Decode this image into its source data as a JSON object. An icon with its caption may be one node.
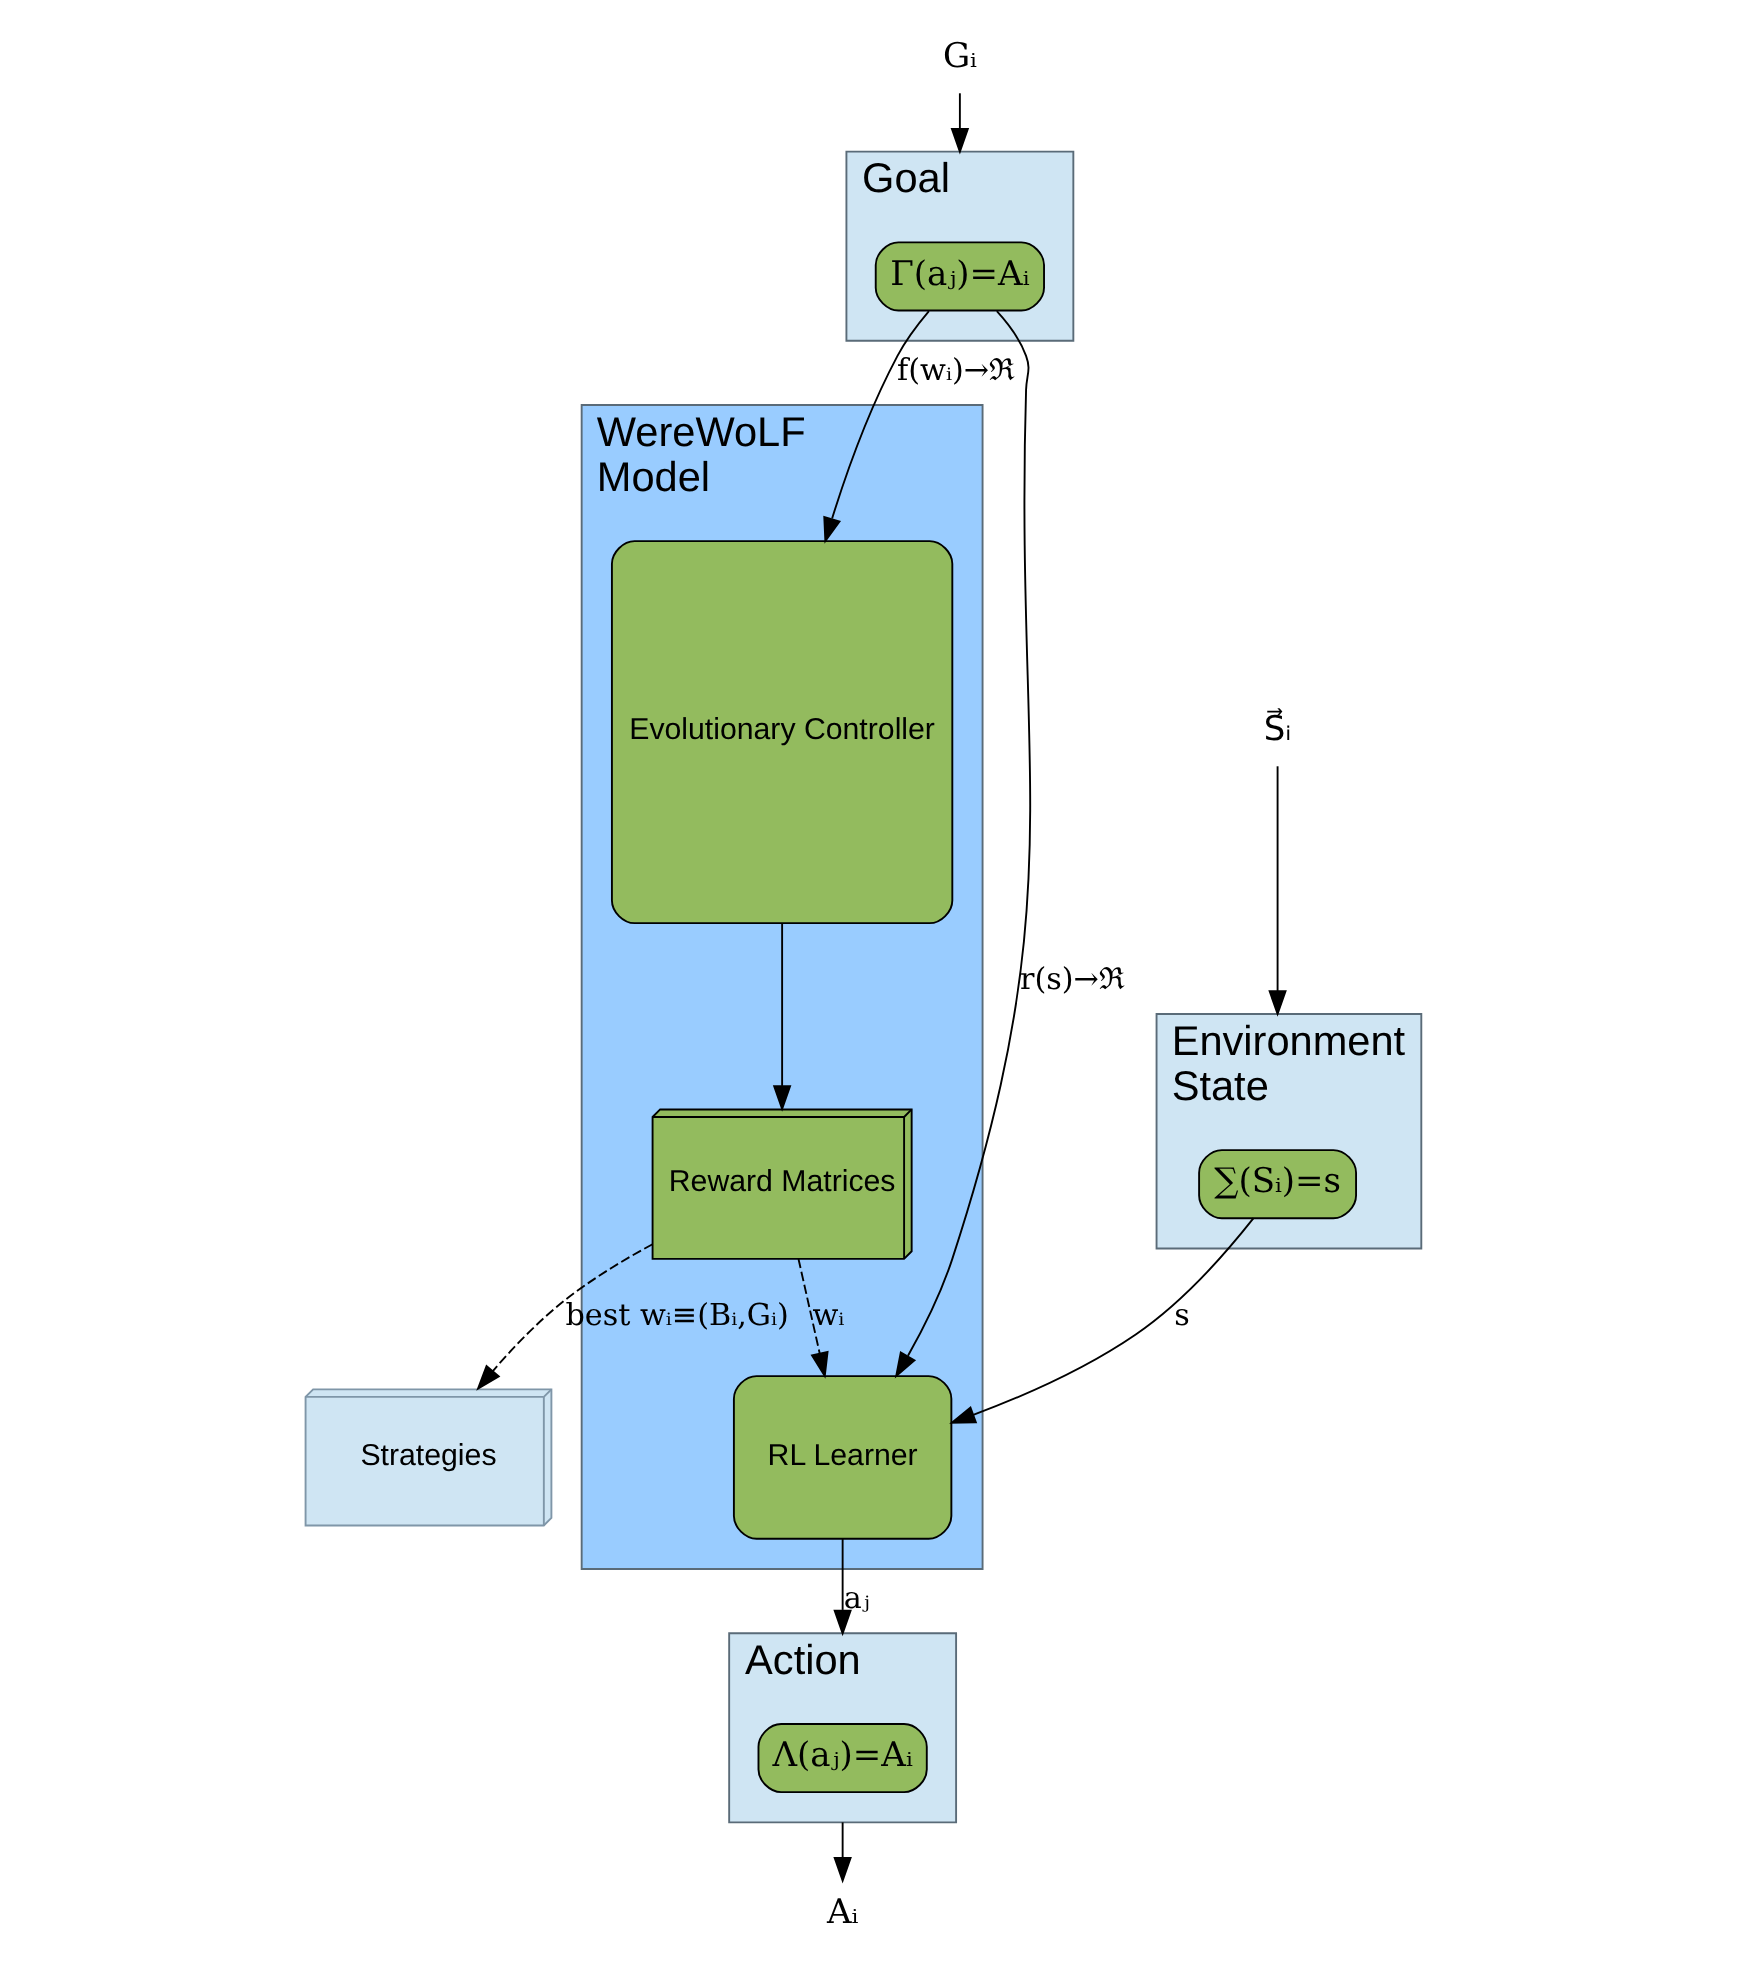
{
  "diagram": {
    "nodes": [
      {
        "text": [
          "Environment State"
        ]
      },
      {
        "text": [
          "∑(Sᵢ)=s"
        ],
        "in": 0
      },
      {
        "text": [
          "Goal"
        ]
      },
      {
        "text": [
          "Γ(aⱼ)=Aᵢ"
        ],
        "in": 2
      },
      {
        "text": [
          "WereWoLF Model"
        ]
      },
      {
        "text": [
          "RL Learner"
        ],
        "in": 4
      },
      {
        "text": [
          "Evolutionary Controller"
        ],
        "in": 4
      },
      {
        "text": [
          "Reward Matrices"
        ],
        "in": 4
      },
      {
        "text": [
          "Action"
        ]
      },
      {
        "text": [
          "Λ(aⱼ)=Aᵢ"
        ],
        "in": 8
      },
      {
        "text": [
          "Strategies"
        ]
      },
      {
        "text": [
          "S⃗ᵢ"
        ]
      },
      {
        "text": [
          "Gᵢ"
        ]
      },
      {
        "text": [
          "Aᵢ"
        ]
      }
    ],
    "edges": [
      {
        "from": 11,
        "to": 0,
        "arrow": "to"
      },
      {
        "from": 12,
        "to": 2,
        "arrow": "to"
      },
      {
        "from": 1,
        "to": 5,
        "arrow": "to",
        "label": "s"
      },
      {
        "from": 3,
        "to": 5,
        "arrow": "to",
        "label": "r(s)→ℜ"
      },
      {
        "from": 3,
        "to": 6,
        "arrow": "to",
        "label": "f(wᵢ)→ℜ"
      },
      {
        "from": 6,
        "to": 7,
        "arrow": "to"
      },
      {
        "from": 7,
        "to": 5,
        "arrow": "to",
        "style": "dashed",
        "label": "wᵢ"
      },
      {
        "from": 5,
        "to": 8,
        "arrow": "to",
        "label": "aⱼ"
      },
      {
        "from": 8,
        "to": 13,
        "arrow": "to"
      },
      {
        "from": 7,
        "to": 10,
        "arrow": "to",
        "style": "dashed",
        "label": "best wᵢ≡(Bᵢ,Gᵢ)"
      }
    ]
  }
}
